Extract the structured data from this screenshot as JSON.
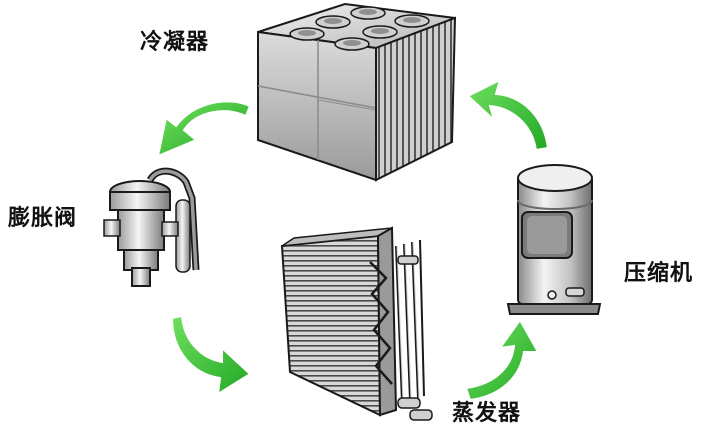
{
  "labels": {
    "condenser": "冷凝器",
    "expansion_valve": "膨胀阀",
    "compressor": "压缩机",
    "evaporator": "蒸发器"
  },
  "colors": {
    "arrow": "#3fc73c",
    "arrow_dark": "#1e9a1f",
    "outline": "#1a1a1a",
    "metal_light": "#e9e9e9",
    "metal_mid": "#b8b8b8",
    "metal_dark": "#6b6b6b"
  }
}
